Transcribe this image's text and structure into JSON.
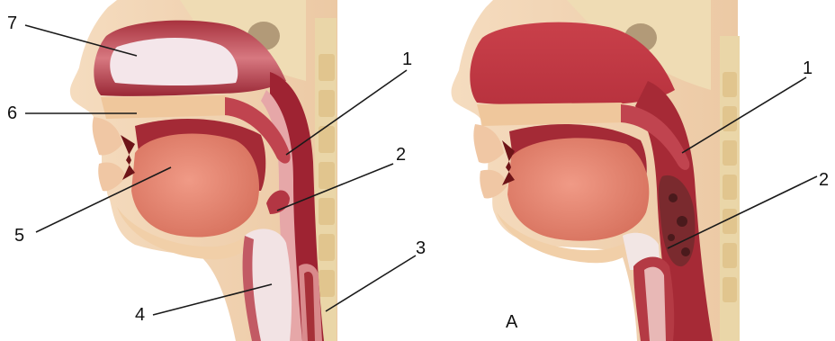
{
  "left_panel": {
    "labels": {
      "l1": "1",
      "l2": "2",
      "l3": "3",
      "l4": "4",
      "l5": "5",
      "l6": "6",
      "l7": "7"
    }
  },
  "right_panel": {
    "caption": "A",
    "labels": {
      "l1": "1",
      "l2": "2"
    }
  },
  "colors": {
    "skin": "#f2d2b0",
    "skin_shadow": "#e2b48e",
    "bone": "#ecd9b0",
    "tissue_dark": "#8b1e2a",
    "tissue_mid": "#c8505a",
    "tissue_light": "#e89a94",
    "tongue": "#e38876",
    "airway": "#f7ece8"
  }
}
